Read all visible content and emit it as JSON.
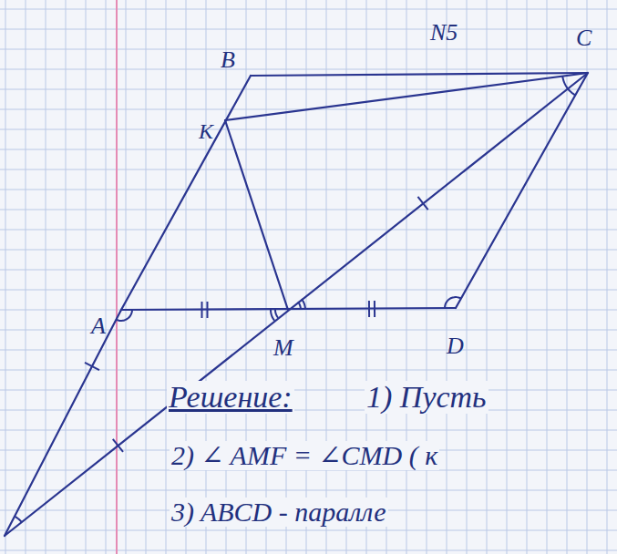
{
  "diagram": {
    "labels": [
      "N5",
      "B",
      "C",
      "K",
      "A",
      "M",
      "D",
      "Решение:",
      "1) Пусть",
      "2) ∠ AMF = ∠CMD ( к",
      "3) ABCD - паралле"
    ]
  }
}
